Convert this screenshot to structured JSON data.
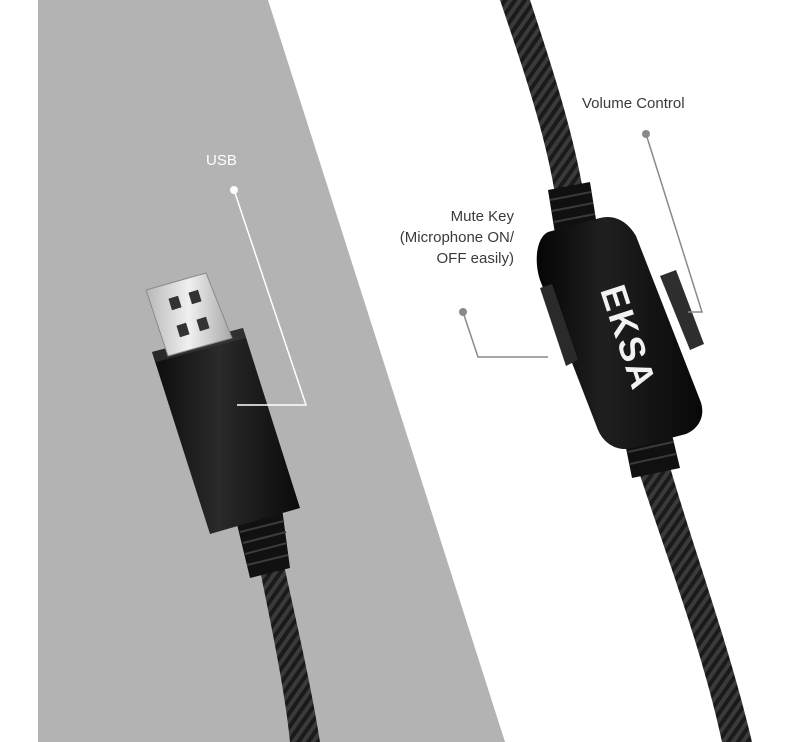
{
  "labels": {
    "usb": "USB",
    "volume_control": "Volume Control",
    "mute_key_lines": [
      "Mute Key",
      "(Microphone ON/",
      "OFF easily)"
    ]
  },
  "brand": {
    "logo_text": "EKSA"
  },
  "colors": {
    "gray_panel": "#b3b3b3",
    "background": "#ffffff",
    "callout_line_white": "#ffffff",
    "callout_line_gray": "#8a8a8a",
    "device_black": "#141414",
    "cable": "#1e1e1e",
    "usb_metal": "#d8d8d8"
  }
}
